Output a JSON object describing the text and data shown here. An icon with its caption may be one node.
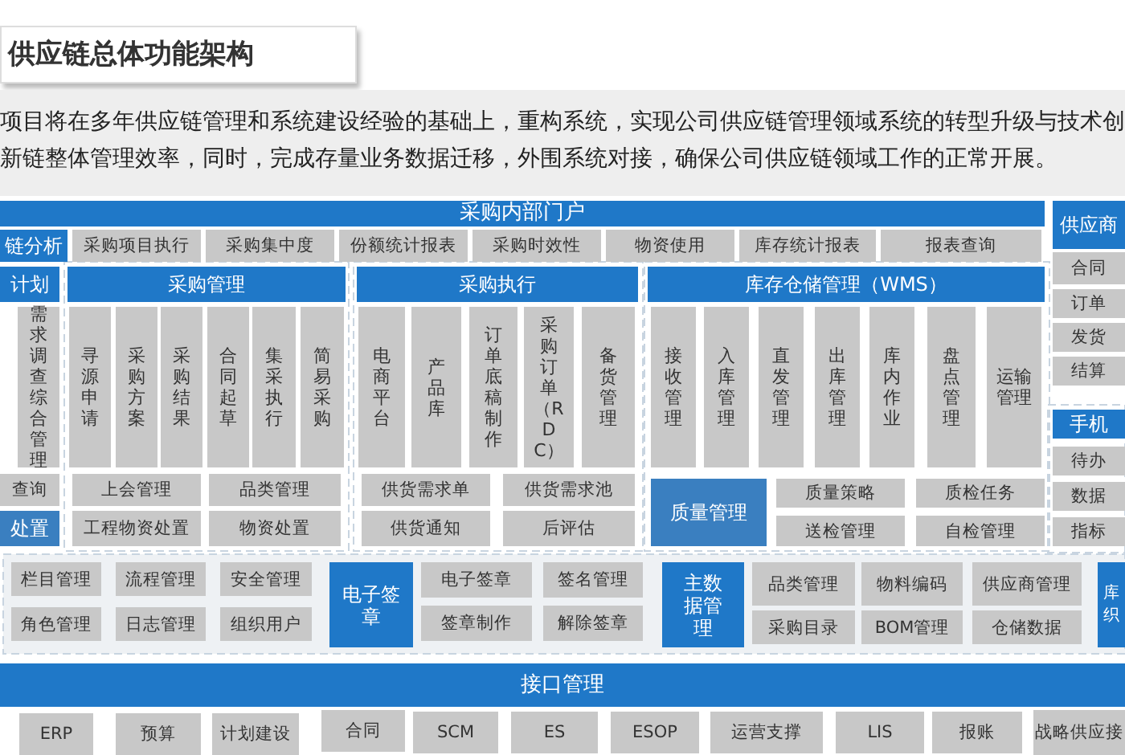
{
  "diagram": {
    "title": "供应链总体功能架构",
    "nodes": [
      {
        "text": [
          "采购内部门户"
        ]
      },
      {
        "text": [
          "供应商"
        ]
      },
      {
        "text": [
          "链分析"
        ]
      },
      {
        "text": [
          "采购项目执行"
        ]
      },
      {
        "text": [
          "采购集中度"
        ]
      },
      {
        "text": [
          "份额统计报表"
        ]
      },
      {
        "text": [
          "采购时效性"
        ]
      },
      {
        "text": [
          "物资使用"
        ]
      },
      {
        "text": [
          "库存统计报表"
        ]
      },
      {
        "text": [
          "报表查询"
        ]
      },
      {
        "text": [
          "合同"
        ]
      },
      {
        "text": [
          "计划"
        ]
      },
      {
        "text": [
          "采购管理"
        ]
      },
      {
        "text": [
          "采购执行"
        ]
      },
      {
        "text": [
          "库存仓储管理（WMS）"
        ]
      },
      {
        "text": [
          "订单"
        ]
      },
      {
        "text": [
          "需求调查综合管理"
        ]
      },
      {
        "text": [
          "寻源申请"
        ]
      },
      {
        "text": [
          "采购方案"
        ]
      },
      {
        "text": [
          "采购结果"
        ]
      },
      {
        "text": [
          "合同起草"
        ]
      },
      {
        "text": [
          "集采执行"
        ]
      },
      {
        "text": [
          "简易采购"
        ]
      },
      {
        "text": [
          "电商平台"
        ]
      },
      {
        "text": [
          "产品库"
        ]
      },
      {
        "text": [
          "订单底稿制作"
        ]
      },
      {
        "text": [
          "采购订单（RDC）"
        ]
      },
      {
        "text": [
          "备货管理"
        ]
      },
      {
        "text": [
          "接收管理"
        ]
      },
      {
        "text": [
          "入库管理"
        ]
      },
      {
        "text": [
          "直发管理"
        ]
      },
      {
        "text": [
          "出库管理"
        ]
      },
      {
        "text": [
          "库内作业"
        ]
      },
      {
        "text": [
          "盘点管理"
        ]
      },
      {
        "text": [
          "运输管理"
        ]
      },
      {
        "text": [
          "发货"
        ]
      },
      {
        "text": [
          "结算"
        ]
      },
      {
        "text": [
          "手机"
        ]
      },
      {
        "text": [
          "待办"
        ]
      },
      {
        "text": [
          "查询"
        ]
      },
      {
        "text": [
          "上会管理"
        ]
      },
      {
        "text": [
          "品类管理"
        ]
      },
      {
        "text": [
          "供货需求单"
        ]
      },
      {
        "text": [
          "供货需求池"
        ]
      },
      {
        "text": [
          "质量管理"
        ]
      },
      {
        "text": [
          "质量策略"
        ]
      },
      {
        "text": [
          "质检任务"
        ]
      },
      {
        "text": [
          "数据"
        ]
      },
      {
        "text": [
          "处置"
        ]
      },
      {
        "text": [
          "工程物资处置"
        ]
      },
      {
        "text": [
          "物资处置"
        ]
      },
      {
        "text": [
          "供货通知"
        ]
      },
      {
        "text": [
          "后评估"
        ]
      },
      {
        "text": [
          "送检管理"
        ]
      },
      {
        "text": [
          "自检管理"
        ]
      },
      {
        "text": [
          "指标"
        ]
      },
      {
        "text": [
          "栏目管理"
        ]
      },
      {
        "text": [
          "流程管理"
        ]
      },
      {
        "text": [
          "安全管理"
        ]
      },
      {
        "text": [
          "电子签章"
        ]
      },
      {
        "text": [
          "电子签章"
        ]
      },
      {
        "text": [
          "签名管理"
        ]
      },
      {
        "text": [
          "主数据管理"
        ]
      },
      {
        "text": [
          "品类管理"
        ]
      },
      {
        "text": [
          "物料编码"
        ]
      },
      {
        "text": [
          "供应商管理"
        ]
      },
      {
        "text": [
          "库织"
        ]
      },
      {
        "text": [
          "角色管理"
        ]
      },
      {
        "text": [
          "日志管理"
        ]
      },
      {
        "text": [
          "组织用户"
        ]
      },
      {
        "text": [
          "签章制作"
        ]
      },
      {
        "text": [
          "解除签章"
        ]
      },
      {
        "text": [
          "采购目录"
        ]
      },
      {
        "text": [
          "BOM管理"
        ]
      },
      {
        "text": [
          "仓储数据"
        ]
      },
      {
        "text": [
          "接口管理"
        ]
      },
      {
        "text": [
          "ERP"
        ]
      },
      {
        "text": [
          "预算"
        ]
      },
      {
        "text": [
          "计划建设"
        ]
      },
      {
        "text": [
          "合同"
        ]
      },
      {
        "text": [
          "SCM"
        ]
      },
      {
        "text": [
          "ES"
        ]
      },
      {
        "text": [
          "ESOP"
        ]
      },
      {
        "text": [
          "运营支撑"
        ]
      },
      {
        "text": [
          "LIS"
        ]
      },
      {
        "text": [
          "报账"
        ]
      },
      {
        "text": [
          "战略供应接"
        ]
      }
    ],
    "labels": [
      "项目将在多年供应链管理和系统建设经验的基础上，重构系统，实现公司供应链管理领域系统的转型升级与技术创新链整体管理效率，同时，完成存量业务数据迁移，外围系统对接，确保公司供应链领域工作的正常开展。"
    ]
  }
}
